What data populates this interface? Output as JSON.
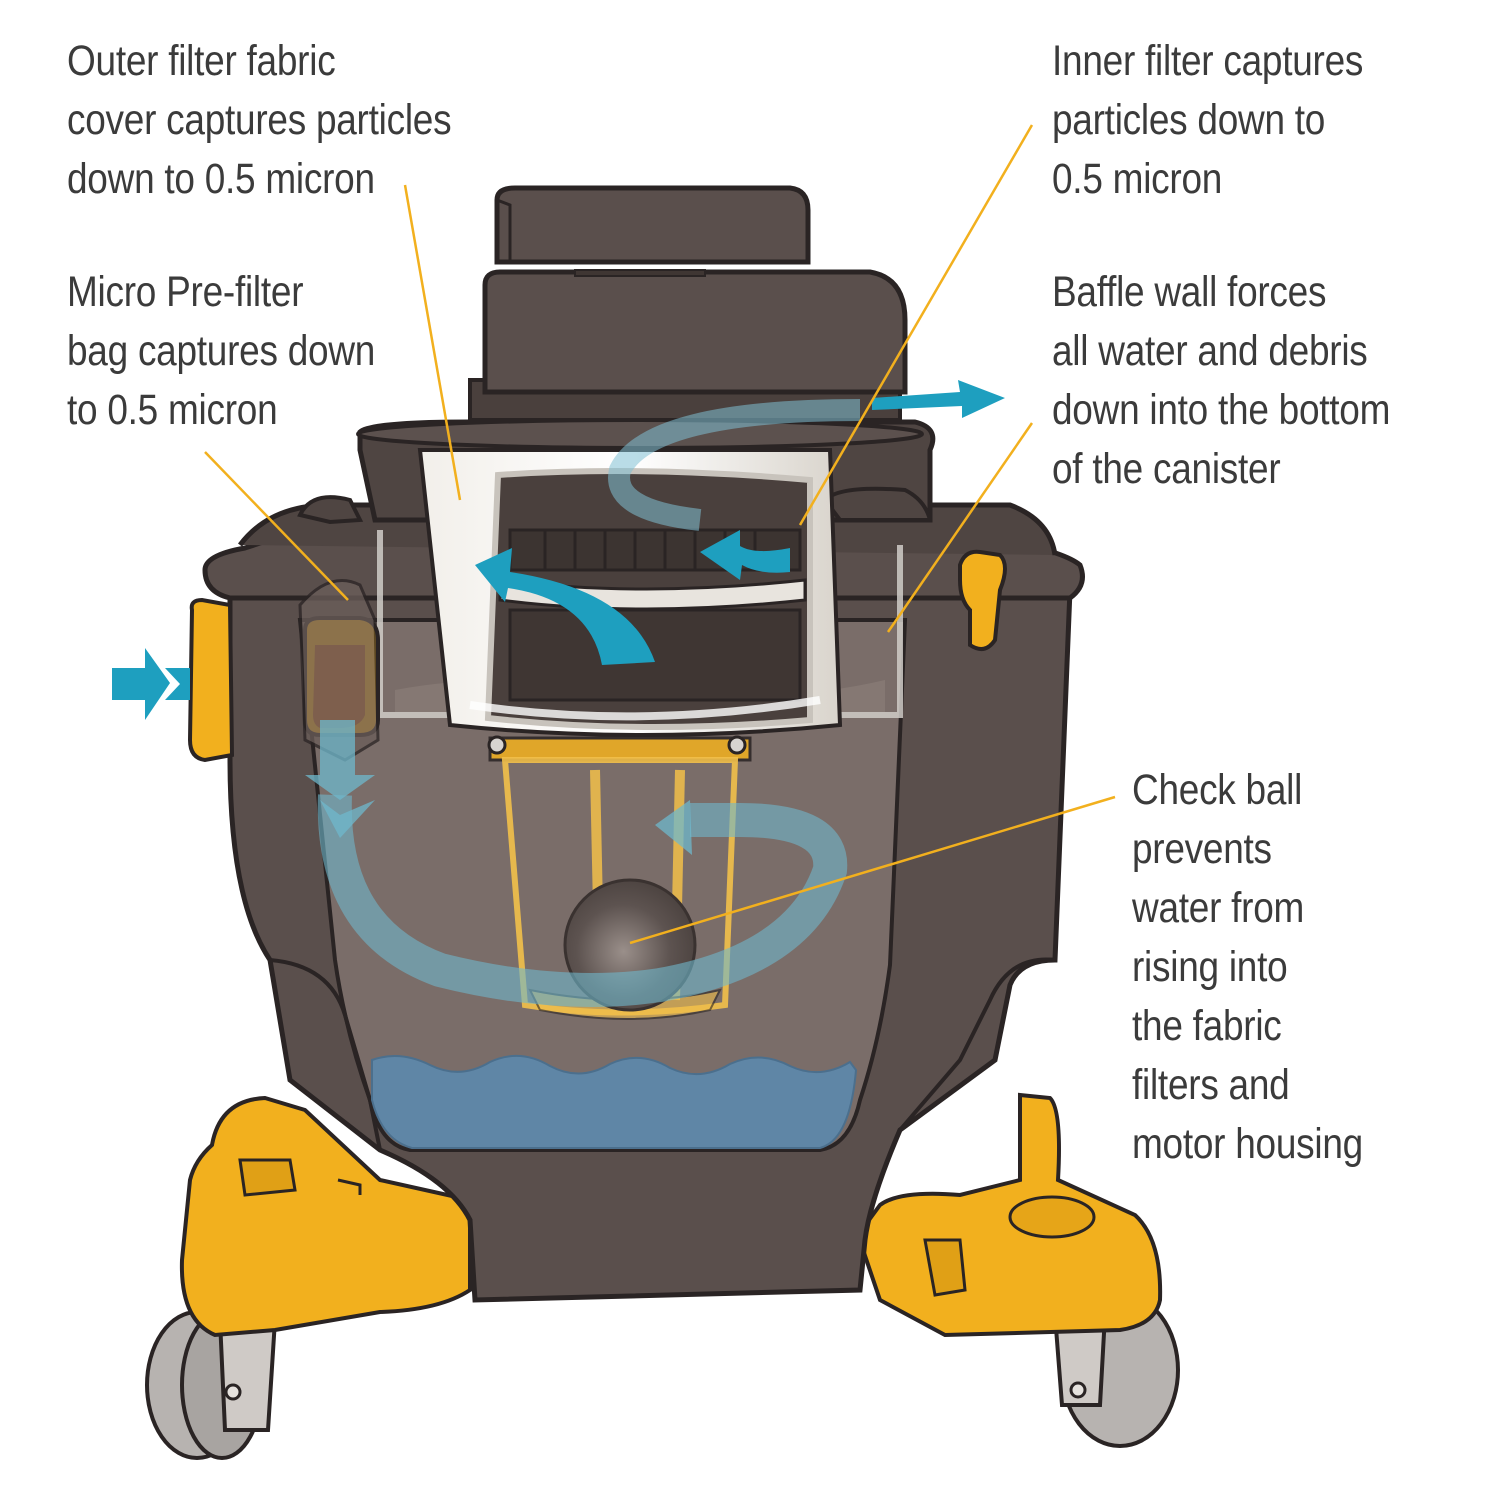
{
  "callouts": {
    "outer_filter": [
      "Outer filter fabric",
      "cover captures particles",
      "down to 0.5 micron"
    ],
    "micro_prefilter": [
      "Micro Pre-filter",
      "bag captures down",
      "to 0.5 micron"
    ],
    "inner_filter": [
      "Inner filter captures",
      "particles down to",
      "0.5 micron"
    ],
    "baffle_wall": [
      "Baffle wall forces",
      "all water and debris",
      "down into the bottom",
      "of the canister"
    ],
    "check_ball": [
      "Check ball",
      "prevents",
      "water from",
      "rising into",
      "the fabric",
      "filters and",
      "motor housing"
    ]
  },
  "colors": {
    "body": "#5a4f4c",
    "body_dark": "#4a403d",
    "accent_yellow": "#f2b01e",
    "airflow": "#1e9fbf",
    "water": "#5f86a6",
    "leader": "#f2b01e",
    "text": "#3b3b3b"
  }
}
